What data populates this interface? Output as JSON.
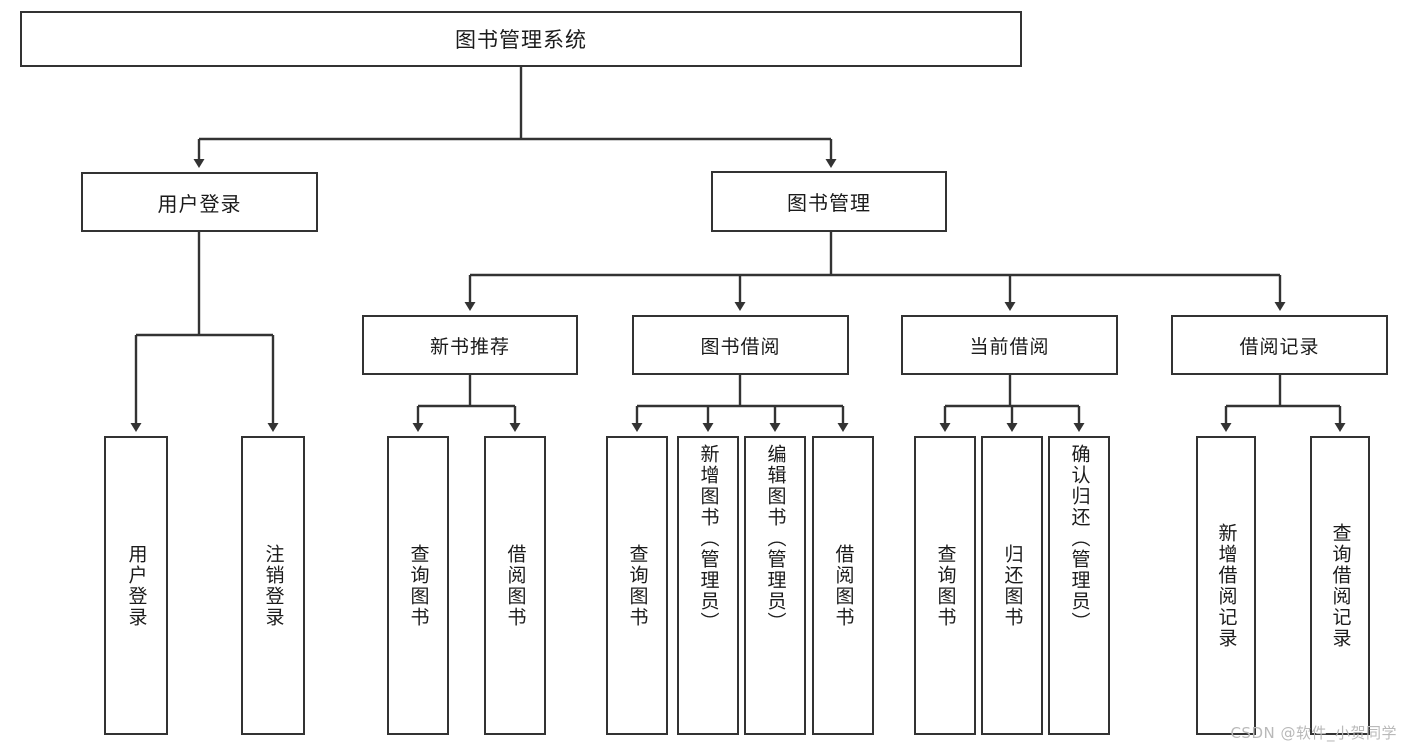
{
  "diagram": {
    "type": "tree",
    "title": "图书管理系统",
    "watermark": "CSDN @软件_小贺同学",
    "root": {
      "id": "root",
      "label": "图书管理系统"
    },
    "level1": [
      {
        "id": "user-login",
        "label": "用户登录"
      },
      {
        "id": "book-manage",
        "label": "图书管理"
      }
    ],
    "level2": [
      {
        "id": "new-book-rec",
        "label": "新书推荐",
        "parent": "book-manage"
      },
      {
        "id": "book-borrow",
        "label": "图书借阅",
        "parent": "book-manage"
      },
      {
        "id": "current-borrow",
        "label": "当前借阅",
        "parent": "book-manage"
      },
      {
        "id": "borrow-record",
        "label": "借阅记录",
        "parent": "book-manage"
      }
    ],
    "leaves": [
      {
        "id": "leaf-user-login",
        "label": "用户登录",
        "parent": "user-login"
      },
      {
        "id": "leaf-logout",
        "label": "注销登录",
        "parent": "user-login"
      },
      {
        "id": "leaf-query-book-1",
        "label": "查询图书",
        "parent": "new-book-rec"
      },
      {
        "id": "leaf-borrow-book-1",
        "label": "借阅图书",
        "parent": "new-book-rec"
      },
      {
        "id": "leaf-query-book-2",
        "label": "查询图书",
        "parent": "book-borrow"
      },
      {
        "id": "leaf-add-book",
        "label": "新增图书（管理员）",
        "parent": "book-borrow"
      },
      {
        "id": "leaf-edit-book",
        "label": "编辑图书（管理员）",
        "parent": "book-borrow"
      },
      {
        "id": "leaf-borrow-book-2",
        "label": "借阅图书",
        "parent": "book-borrow"
      },
      {
        "id": "leaf-query-book-3",
        "label": "查询图书",
        "parent": "current-borrow"
      },
      {
        "id": "leaf-return-book",
        "label": "归还图书",
        "parent": "current-borrow"
      },
      {
        "id": "leaf-confirm-return",
        "label": "确认归还（管理员）",
        "parent": "current-borrow"
      },
      {
        "id": "leaf-add-record",
        "label": "新增借阅记录",
        "parent": "borrow-record"
      },
      {
        "id": "leaf-query-record",
        "label": "查询借阅记录",
        "parent": "borrow-record"
      }
    ],
    "colors": {
      "stroke": "#333333",
      "fill": "#ffffff",
      "text": "#1b1b1b",
      "watermark": "#b9b9b9"
    }
  }
}
